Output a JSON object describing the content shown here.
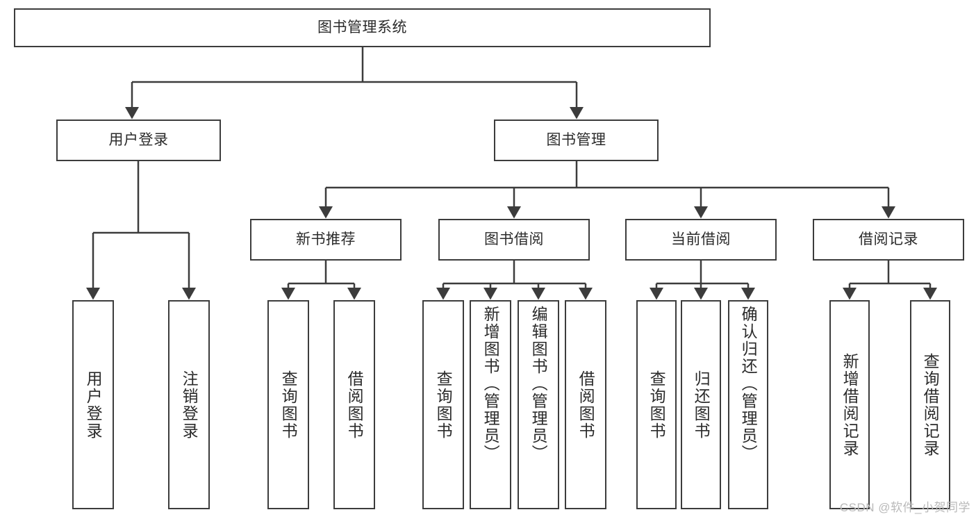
{
  "diagram": {
    "title": "图书管理系统",
    "type": "hierarchy-tree",
    "stroke_color": "#3c3c3c",
    "text_color": "#2b2b2b",
    "background_color": "#ffffff",
    "watermark_color": "#b9b9b9"
  },
  "watermark": {
    "text": "CSDN @软件_小贺同学"
  },
  "nodes": {
    "root": {
      "label": "图书管理系统"
    },
    "level1": [
      {
        "label": "用户登录"
      },
      {
        "label": "图书管理"
      }
    ],
    "level2": [
      {
        "label": "新书推荐"
      },
      {
        "label": "图书借阅"
      },
      {
        "label": "当前借阅"
      },
      {
        "label": "借阅记录"
      }
    ],
    "leaves": {
      "user_login": [
        {
          "label": "用户登录"
        },
        {
          "label": "注销登录"
        }
      ],
      "new_book_recommend": [
        {
          "label": "查询图书"
        },
        {
          "label": "借阅图书"
        }
      ],
      "book_borrow": [
        {
          "label": "查询图书"
        },
        {
          "label": "新增图书（管理员）"
        },
        {
          "label": "编辑图书（管理员）"
        },
        {
          "label": "借阅图书"
        }
      ],
      "current_borrow": [
        {
          "label": "查询图书"
        },
        {
          "label": "归还图书"
        },
        {
          "label": "确认归还（管理员）"
        }
      ],
      "borrow_record": [
        {
          "label": "新增借阅记录"
        },
        {
          "label": "查询借阅记录"
        }
      ]
    }
  }
}
